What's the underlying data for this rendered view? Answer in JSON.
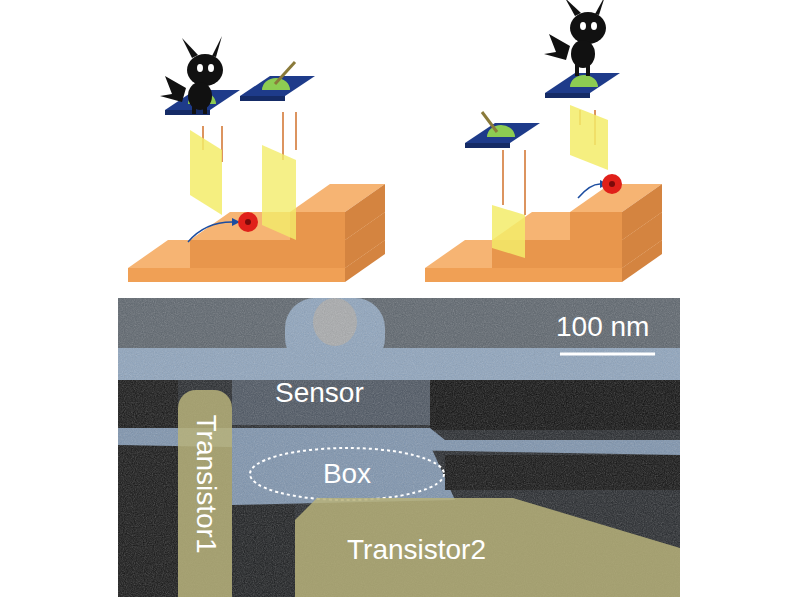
{
  "diagram": {
    "nodes": [
      {
        "text": [
          "Transistor1"
        ]
      },
      {
        "text": [
          "Box"
        ]
      },
      {
        "text": [
          "Transistor2"
        ]
      }
    ],
    "labels": [
      "Sensor",
      "100 nm"
    ]
  }
}
